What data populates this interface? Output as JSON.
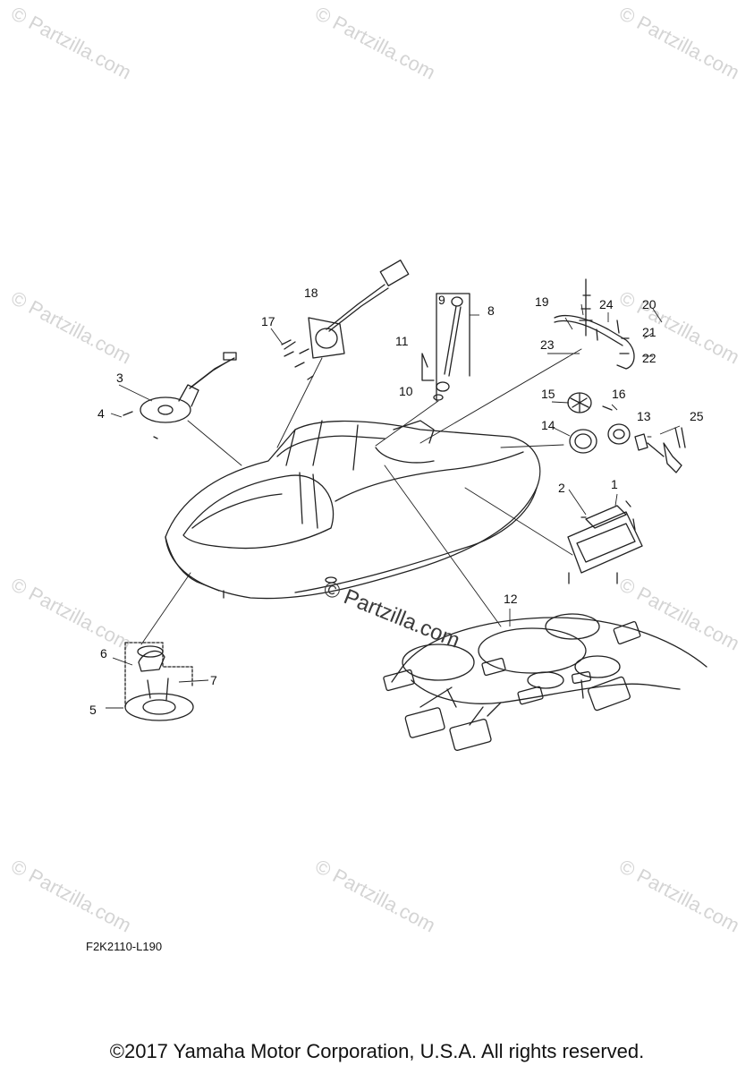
{
  "watermarks": [
    "© Partzilla.com",
    "© Partzilla.com",
    "© Partzilla.com",
    "© Partzilla.com",
    "© Partzilla.com",
    "© Partzilla.com",
    "© Partzilla.com",
    "© Partzilla.com",
    "© Partzilla.com",
    "© Partzilla.com"
  ],
  "center_watermark": "© Partzilla.com",
  "callouts": [
    "1",
    "2",
    "3",
    "4",
    "5",
    "6",
    "7",
    "8",
    "9",
    "10",
    "11",
    "12",
    "13",
    "14",
    "15",
    "16",
    "17",
    "18",
    "19",
    "20",
    "21",
    "22",
    "23",
    "24",
    "25"
  ],
  "diagram_code": "F2K2110-L190",
  "copyright": "©2017 Yamaha Motor Corporation, U.S.A. All rights reserved."
}
